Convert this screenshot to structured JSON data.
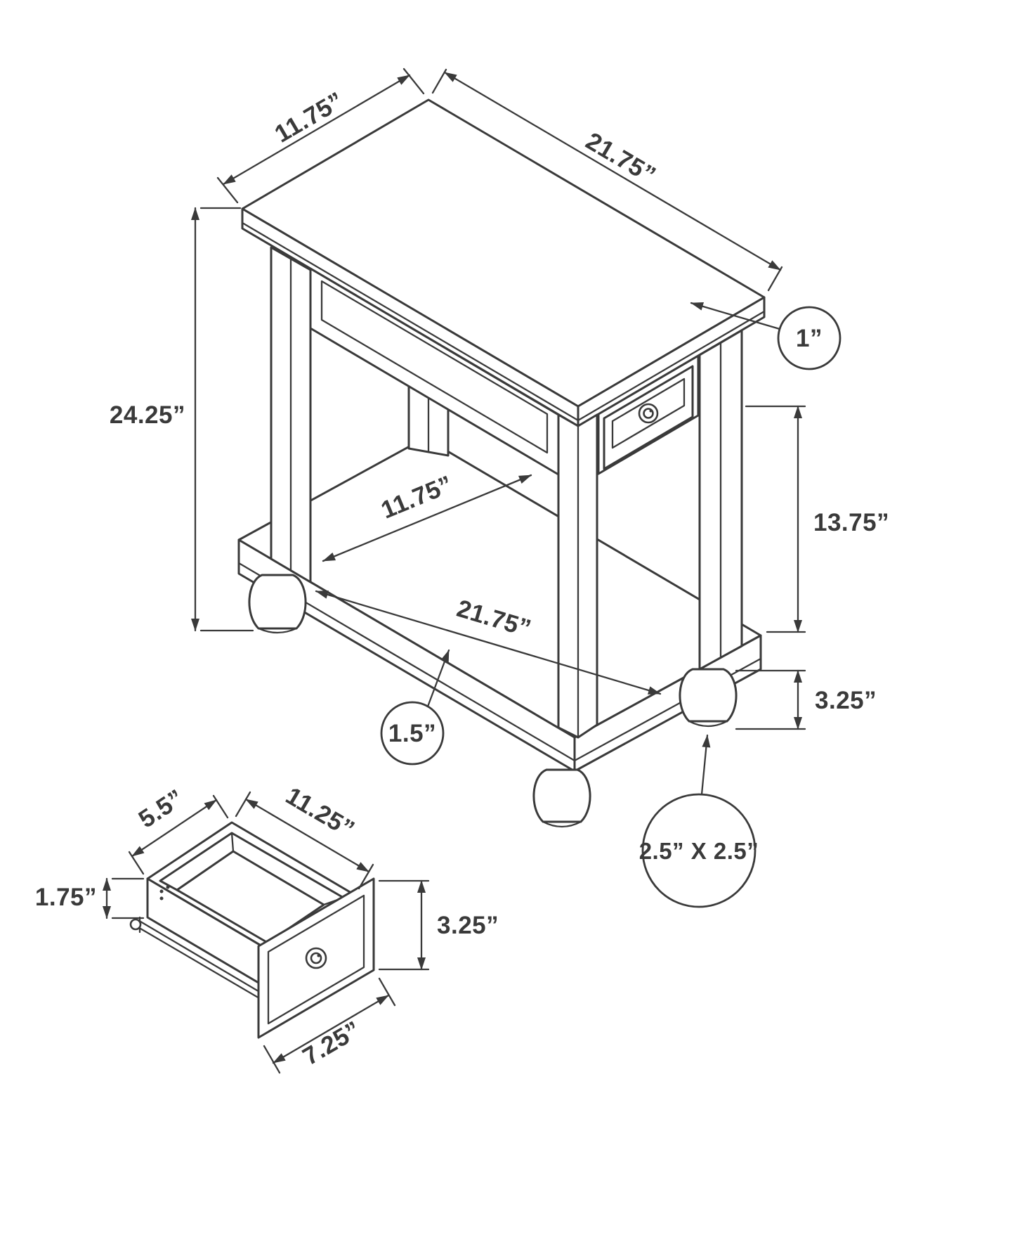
{
  "diagram": {
    "kind": "technical-dimension-drawing",
    "subject": "chairside accent table with drawer and bottom shelf",
    "line_color": "#3a3a3a",
    "background_color": "#ffffff",
    "table": {
      "top_width": "11.75”",
      "top_length": "21.75”",
      "overall_height": "24.25”",
      "top_thickness": "1”",
      "shelf_clearance": "13.75”",
      "shelf_width": "11.75”",
      "shelf_length": "21.75”",
      "shelf_thickness": "1.5”",
      "foot_height": "3.25”",
      "foot_footprint": "2.5” X 2.5”"
    },
    "drawer": {
      "inner_depth": "5.5”",
      "top_length": "11.25”",
      "side_height": "1.75”",
      "front_height": "3.25”",
      "front_width": "7.25”"
    }
  }
}
